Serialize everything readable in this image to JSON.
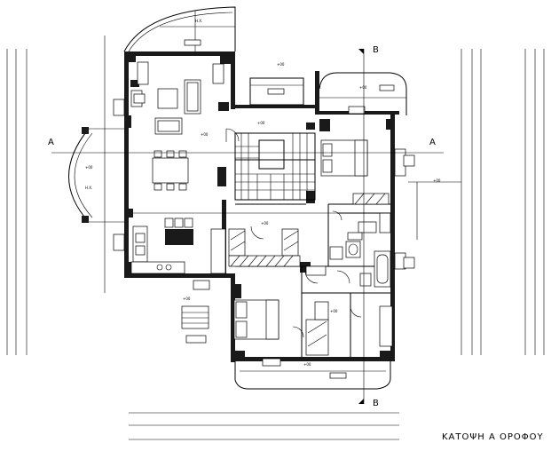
{
  "drawing": {
    "title": "ΚΑΤΟΨΗ Α ΟΡΟΦΟΥ",
    "section_markers": [
      "A",
      "A",
      "B",
      "B"
    ],
    "room_tags": [
      "Η.Χ.",
      "Η.Χ."
    ],
    "level_tags": [
      "+00",
      "+00",
      "+00",
      "+00",
      "+00",
      "+00",
      "+00",
      "+00",
      "+00",
      "+00"
    ]
  }
}
